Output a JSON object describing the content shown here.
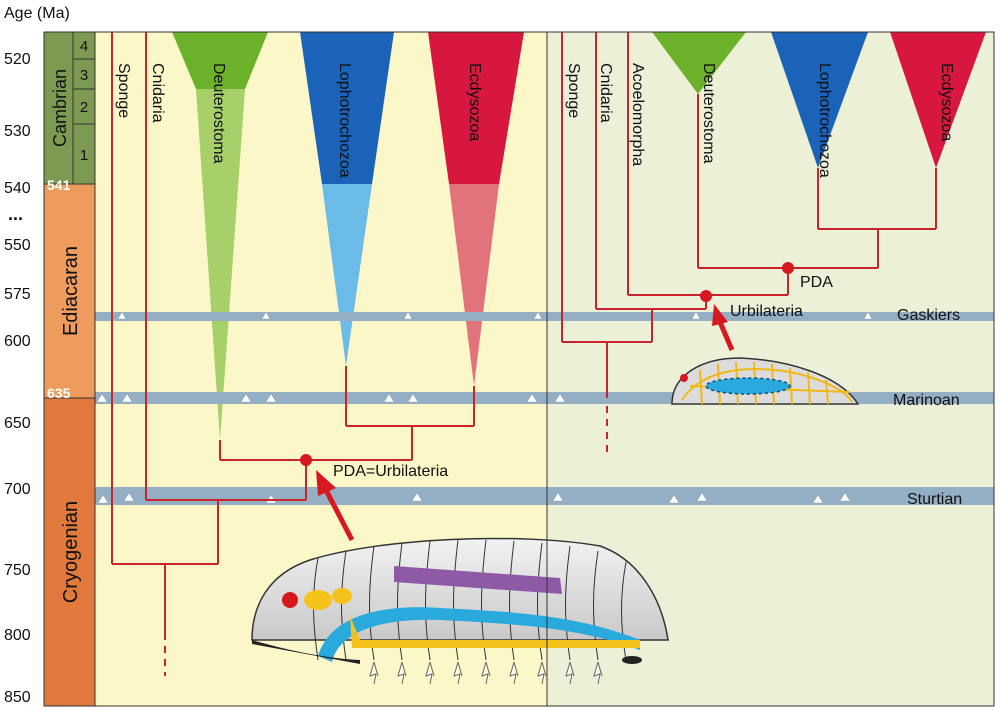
{
  "axis": {
    "title": "Age (Ma)",
    "ticks": [
      "520",
      "530",
      "540",
      "550",
      "575",
      "600",
      "650",
      "700",
      "750",
      "800",
      "850"
    ],
    "break_mark": "...",
    "boundaries": [
      "541",
      "635"
    ]
  },
  "periods": {
    "cambrian": "Cambrian",
    "stages": [
      "4",
      "3",
      "2",
      "1"
    ],
    "ediacaran": "Ediacaran",
    "cryogenian": "Cryogenian"
  },
  "glaciations": [
    "Gaskiers",
    "Marinoan",
    "Sturtian"
  ],
  "left_panel": {
    "taxa": [
      "Sponge",
      "Cnidaria",
      "Deuterostoma",
      "Lophotrochozoa",
      "Ecdysozoa"
    ],
    "node_label": "PDA=Urbilateria"
  },
  "right_panel": {
    "taxa": [
      "Sponge",
      "Cnidaria",
      "Acoelomorpha",
      "Deuterostoma",
      "Lophotrochozoa",
      "Ecdysozoa"
    ],
    "pda_label": "PDA",
    "urbilateria_label": "Urbilateria"
  },
  "colors": {
    "deuterostoma": "#7cbc2a",
    "lophotrochozoa": "#1a63b8",
    "ecdysozoa": "#d8173f",
    "branch": "#c9242b",
    "glacial_band": "#94aec4",
    "left_bg": "#fbf7c8",
    "right_bg": "#ebf0d6",
    "cambrian": "#7d9a52",
    "ediacaran": "#ee9b5e",
    "cryogenian": "#e1783c"
  }
}
